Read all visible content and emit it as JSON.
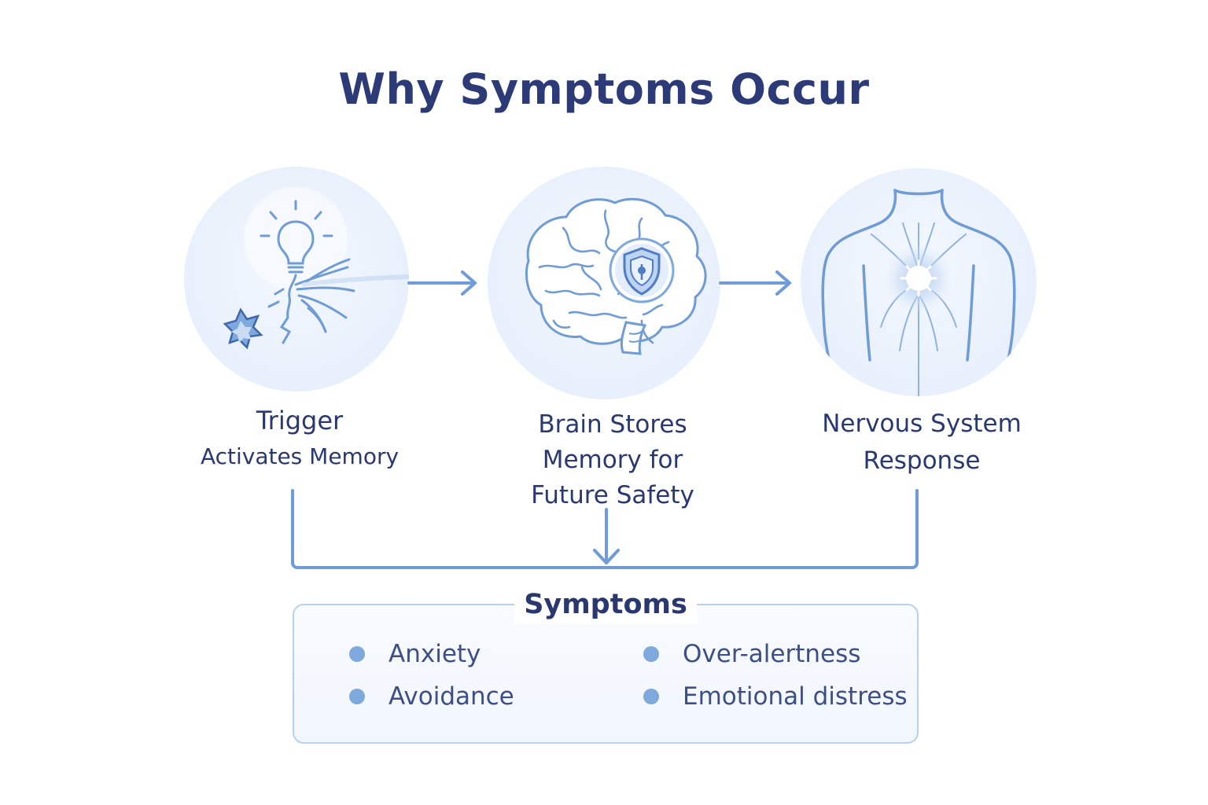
{
  "title": "Why Symptoms Occur",
  "steps": [
    {
      "label_lines": [
        "Trigger",
        "Activates Memory"
      ],
      "icon": "lightbulb-trigger-icon"
    },
    {
      "label_lines": [
        "Brain Stores",
        "Memory for",
        "Future Safety"
      ],
      "icon": "brain-shield-icon"
    },
    {
      "label_lines": [
        "Nervous System",
        "Response"
      ],
      "icon": "body-nervous-system-icon"
    }
  ],
  "symptoms": {
    "title": "Symptoms",
    "items": [
      "Anxiety",
      "Avoidance",
      "Over-alertness",
      "Emotional distress"
    ]
  },
  "colors": {
    "title": "#2c3a78",
    "text": "#2a3870",
    "line": "#6f9bd6",
    "circle_fill": "#e9f1fc",
    "bullet": "#7ea9dc",
    "box_border": "#b9cfee"
  }
}
